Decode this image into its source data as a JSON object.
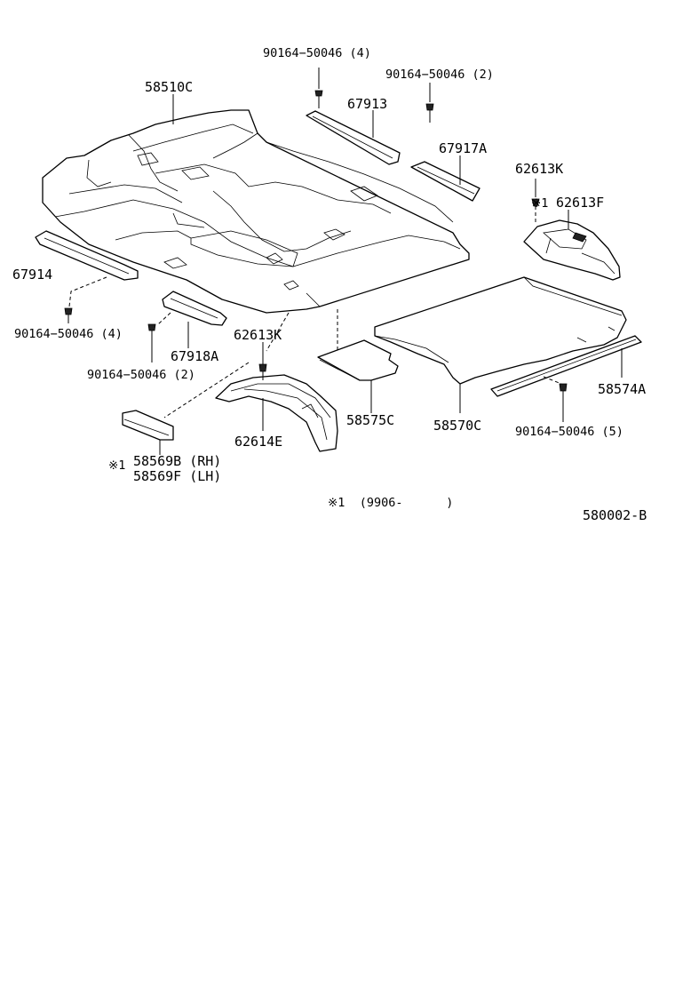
{
  "labels": {
    "bolt_top_left": "90164−50046 (4)",
    "bolt_top_right": "90164−50046 (2)",
    "carpet_front": "58510C",
    "sill_67913": "67913",
    "sill_67917a": "67917A",
    "clip_62613k_top": "62613K",
    "mark_1_top": "※1",
    "cover_62613f": "62613F",
    "plate_67914": "67914",
    "bolt_left_4": "90164−50046 (4)",
    "clip_62613k_mid": "62613K",
    "plate_67918a": "67918A",
    "bolt_left_2": "90164−50046 (2)",
    "cover_62614e": "62614E",
    "mark_1_left": "※1",
    "mat_58569b": "58569B (RH)",
    "mat_58569f": "58569F (LH)",
    "carpet_58575c": "58575C",
    "carpet_58570c": "58570C",
    "plate_58574a": "58574A",
    "bolt_right_5": "90164−50046 (5)",
    "footnote": "※1  (9906-      )",
    "diagram_code": "580002-B"
  }
}
